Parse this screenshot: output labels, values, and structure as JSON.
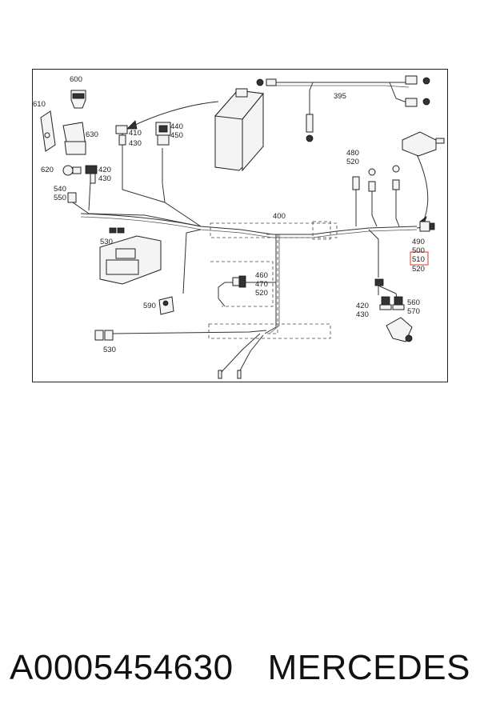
{
  "diagram": {
    "callouts": {
      "c600": "600",
      "c610": "610",
      "c630": "630",
      "c620": "620",
      "c420a": "420",
      "c430a": "430",
      "c410": "410",
      "c430b": "430",
      "c440": "440",
      "c450": "450",
      "c395": "395",
      "c540": "540",
      "c550": "550",
      "c530a": "530",
      "c530b": "530",
      "c400": "400",
      "c480": "480",
      "c520a": "520",
      "c490": "490",
      "c500": "500",
      "c510": "510",
      "c520b": "520",
      "c460": "460",
      "c470": "470",
      "c520c": "520",
      "c590": "590",
      "c420b": "420",
      "c430c": "430",
      "c560": "560",
      "c570": "570"
    },
    "highlight_color": "#e0574a"
  },
  "footer": {
    "part_number": "A0005454630",
    "brand": "MERCEDES"
  }
}
